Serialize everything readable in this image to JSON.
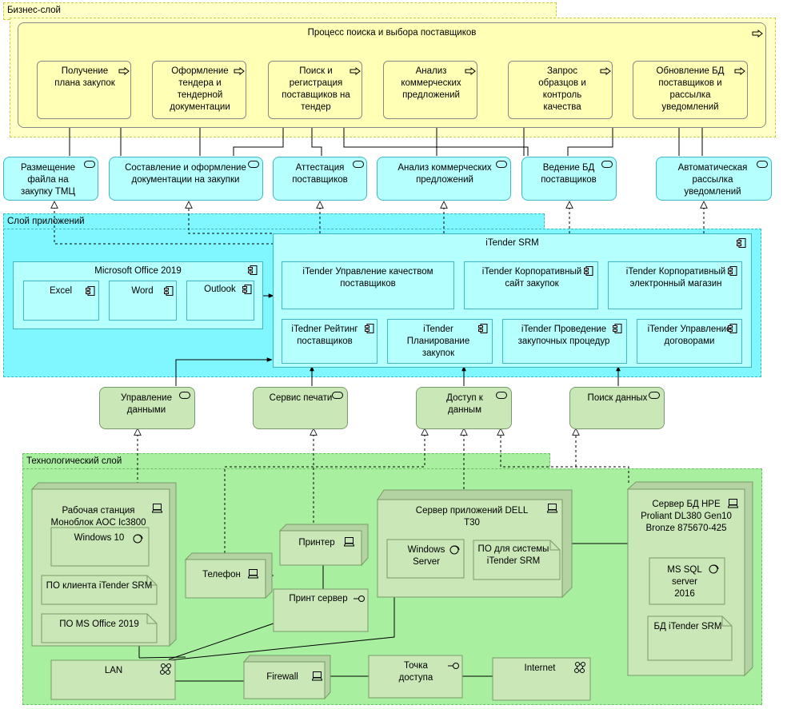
{
  "layers": {
    "business": "Бизнес-слой",
    "application": "Слой приложений",
    "technology": "Технологический слой"
  },
  "business": {
    "process_title": "Процесс поиска и выбора поставщиков",
    "steps": [
      "Получение плана закупок",
      "Оформление тендера и тендерной документации",
      "Поиск и регистрация поставщиков на тендер",
      "Анализ коммерческих предложений",
      "Запрос образцов и контроль качества",
      "Обновление БД поставщиков и рассылка уведомлений"
    ]
  },
  "app_services": [
    "Размещение файла на закупку ТМЦ",
    "Составление и оформление документации на закупки",
    "Аттестация поставщиков",
    "Анализ коммерческих предложений",
    "Ведение БД поставщиков",
    "Автоматическая рассылка уведомлений"
  ],
  "itender": {
    "title": "iTender SRM",
    "modules": [
      "iTender Управление качеством поставщиков",
      "iTender Корпоративный сайт закупок",
      "iTender Корпоративный электронный магазин",
      "iTedner Рейтинг поставщиков",
      "iTender Планирование закупок",
      "iTender Проведение закупочных процедур",
      "iTender Управление договорами"
    ]
  },
  "office": {
    "title": "Microsoft Office 2019",
    "apps": [
      "Excel",
      "Word",
      "Outlook"
    ]
  },
  "tech_services": [
    "Управление данными",
    "Сервис печати",
    "Доступ к данным",
    "Поиск данных"
  ],
  "tech": {
    "workstation": "Рабочая станция Моноблок AOC Ic3800",
    "windows10": "Windows 10",
    "client_itender": "ПО клиента iTender SRM",
    "ms_office_sw": "ПО MS Office 2019",
    "phone": "Телефон",
    "printer": "Принтер",
    "print_server": "Принт сервер",
    "app_server": "Сервер приложений DELL T30",
    "windows_server": "Windows Server",
    "itender_sw": "ПО для системы iTender SRM",
    "db_server": "Сервер БД HPE Proliant DL380 Gen10 Bronze 875670-425",
    "mssql": "MS SQL server 2016",
    "db_itender": "БД iTender SRM",
    "lan": "LAN",
    "firewall": "Firewall",
    "access_point": "Точка доступа",
    "internet": "Internet"
  },
  "colors": {
    "business_layer": "#ffffc8",
    "business_element": "#ffffb5",
    "app_layer": "#80f7ff",
    "app_element": "#b5ffff",
    "tech_layer": "#a8f0a0",
    "tech_node": "#c9e7b7"
  }
}
